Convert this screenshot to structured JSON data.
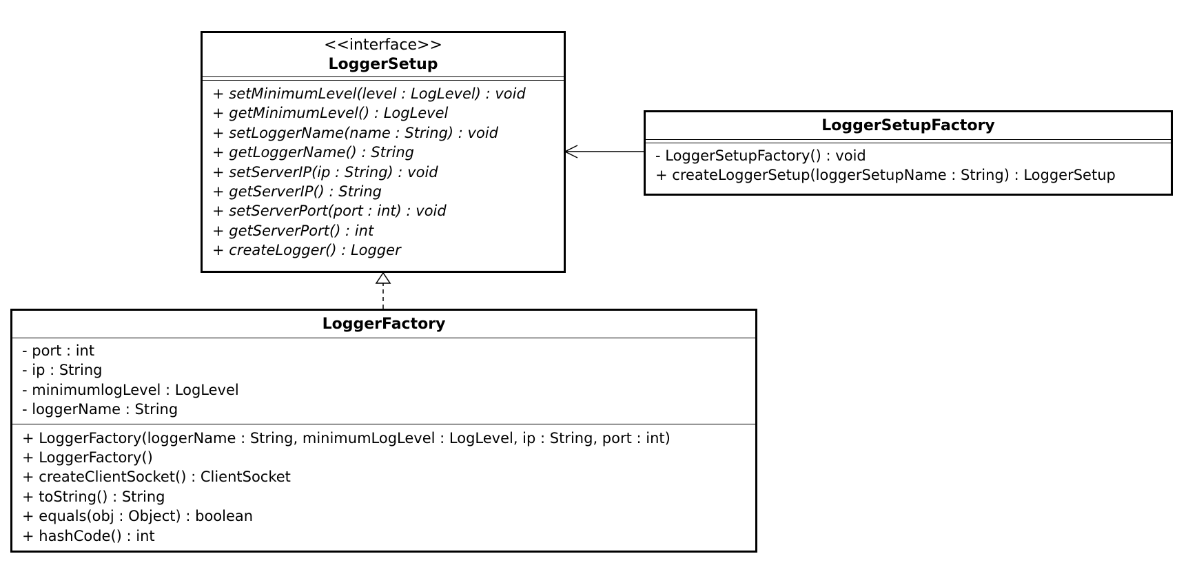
{
  "classes": {
    "logger_setup": {
      "stereotype": "<<interface>>",
      "name": "LoggerSetup",
      "attributes": [],
      "operations": [
        "+ setMinimumLevel(level : LogLevel) : void",
        "+ getMinimumLevel() : LogLevel",
        "+ setLoggerName(name : String) : void",
        "+ getLoggerName() : String",
        "+ setServerIP(ip : String) : void",
        "+ getServerIP() : String",
        "+ setServerPort(port : int) : void",
        "+ getServerPort() : int",
        "+ createLogger() : Logger"
      ]
    },
    "logger_setup_factory": {
      "name": "LoggerSetupFactory",
      "attributes": [],
      "operations": [
        "- LoggerSetupFactory() : void",
        "+ createLoggerSetup(loggerSetupName : String) : LoggerSetup"
      ]
    },
    "logger_factory": {
      "name": "LoggerFactory",
      "attributes": [
        "- port : int",
        "- ip : String",
        "- minimumlogLevel : LogLevel",
        "- loggerName : String"
      ],
      "operations": [
        "+ LoggerFactory(loggerName : String, minimumLogLevel : LogLevel, ip : String, port : int)",
        "+ LoggerFactory()",
        "+ createClientSocket() : ClientSocket",
        "+ toString() : String",
        "+ equals(obj : Object) : boolean",
        "+ hashCode() : int"
      ]
    }
  },
  "relationships": [
    {
      "type": "association",
      "from": "LoggerSetupFactory",
      "to": "LoggerSetup"
    },
    {
      "type": "realization",
      "from": "LoggerFactory",
      "to": "LoggerSetup"
    }
  ],
  "colors": {
    "line": "#000000",
    "background": "#ffffff"
  }
}
